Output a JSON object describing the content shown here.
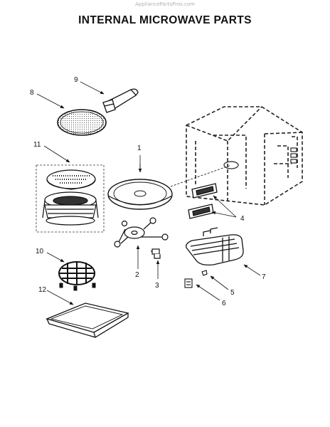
{
  "watermark": "AppliancePartsPros.com",
  "title": "INTERNAL MICROWAVE PARTS",
  "callouts": [
    {
      "id": "1",
      "label": "1"
    },
    {
      "id": "2",
      "label": "2"
    },
    {
      "id": "3",
      "label": "3"
    },
    {
      "id": "4",
      "label": "4"
    },
    {
      "id": "5",
      "label": "5"
    },
    {
      "id": "6",
      "label": "6"
    },
    {
      "id": "7",
      "label": "7"
    },
    {
      "id": "8",
      "label": "8"
    },
    {
      "id": "9",
      "label": "9"
    },
    {
      "id": "10",
      "label": "10"
    },
    {
      "id": "11",
      "label": "11"
    },
    {
      "id": "12",
      "label": "12"
    }
  ]
}
